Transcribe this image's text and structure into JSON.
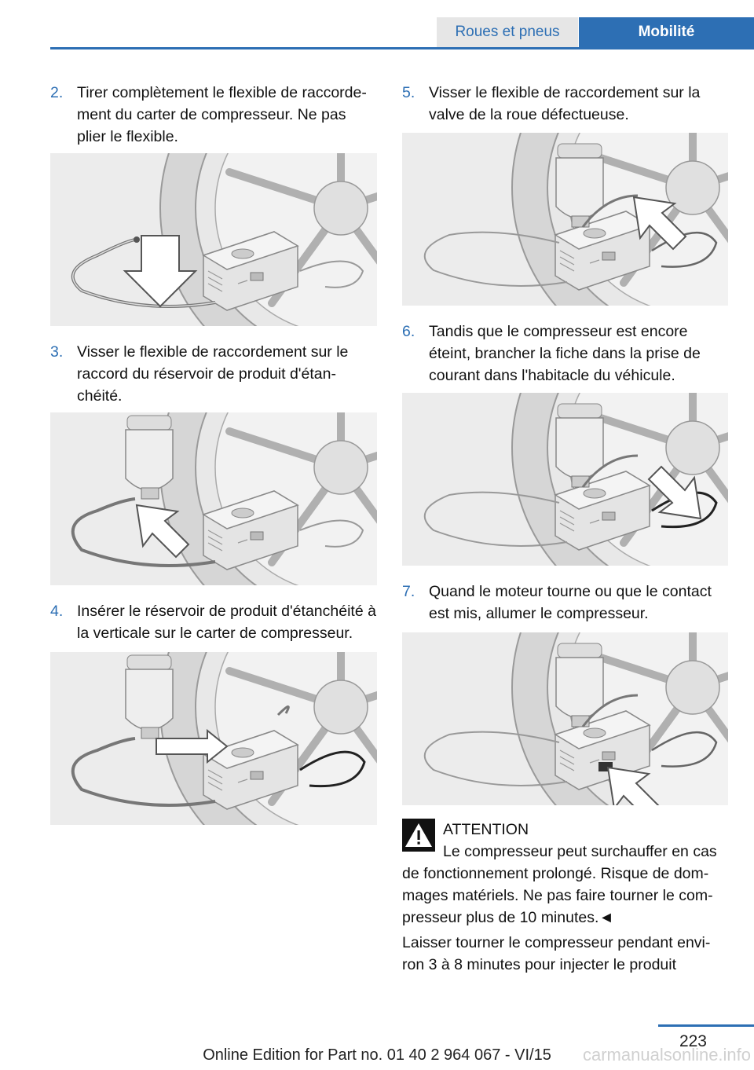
{
  "header": {
    "section_tab": "Roues et pneus",
    "active_tab": "Mobilité"
  },
  "steps": [
    {
      "number": "2.",
      "text": "Tirer complètement le flexible de raccorde‐ment du carter de compresseur. Ne pas plier le flexible."
    },
    {
      "number": "3.",
      "text": "Visser le flexible de raccordement sur le raccord du réservoir de produit d'étan‐chéité."
    },
    {
      "number": "4.",
      "text": "Insérer le réservoir de produit d'étanchéité à la verticale sur le carter de compresseur."
    },
    {
      "number": "5.",
      "text": "Visser le flexible de raccordement sur la valve de la roue défectueuse."
    },
    {
      "number": "6.",
      "text": "Tandis que le compresseur est encore éteint, brancher la fiche dans la prise de courant dans l'habitacle du véhicule."
    },
    {
      "number": "7.",
      "text": "Quand le moteur tourne ou que le contact est mis, allumer le compresseur."
    }
  ],
  "warning": {
    "icon": "warning-triangle-icon",
    "title": "ATTENTION",
    "text": "Le compresseur peut surchauffer en cas de fonctionnement prolongé. Risque de dom‐mages matériels. Ne pas faire tourner le com‐presseur plus de 10 minutes.◄"
  },
  "paragraph": "Laisser tourner le compresseur pendant envi‐ron 3 à 8 minutes pour injecter le produit",
  "footer": {
    "page_number": "223",
    "edition": "Online Edition for Part no. 01 40 2 964 067 - VI/15",
    "watermark": "carmanualsonline.info"
  },
  "colors": {
    "accent": "#2d6fb4",
    "figure_bg": "#ececec"
  }
}
